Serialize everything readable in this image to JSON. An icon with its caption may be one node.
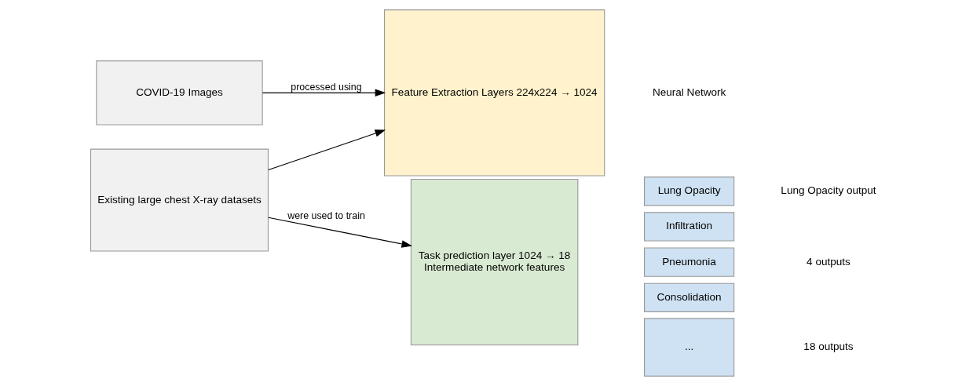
{
  "diagram": {
    "nodes": [
      {
        "text": [
          "Existing large chest X-ray datasets"
        ]
      },
      {
        "text": [
          "COVID-19 Images"
        ]
      },
      {
        "text": [
          "Feature Extraction Layers 224x224 → 1024"
        ]
      },
      {
        "text": [
          "Task prediction layer 1024 → 18",
          "Intermediate network features"
        ]
      },
      {
        "text": [
          "Lung Opacity"
        ]
      },
      {
        "text": [
          "Infiltration"
        ]
      },
      {
        "text": [
          "Pneumonia"
        ]
      },
      {
        "text": [
          "Consolidation"
        ]
      },
      {
        "text": [
          "..."
        ]
      }
    ],
    "edges": [
      {
        "from": 0,
        "to": 2,
        "arrow": "to"
      },
      {
        "from": 0,
        "to": 3,
        "arrow": "to",
        "label": "were used to train"
      },
      {
        "from": 1,
        "to": 2,
        "arrow": "to",
        "label": "processed using"
      }
    ],
    "labels": [
      "Lung Opacity output",
      "4 outputs",
      "18 outputs",
      "Neural Network"
    ]
  }
}
